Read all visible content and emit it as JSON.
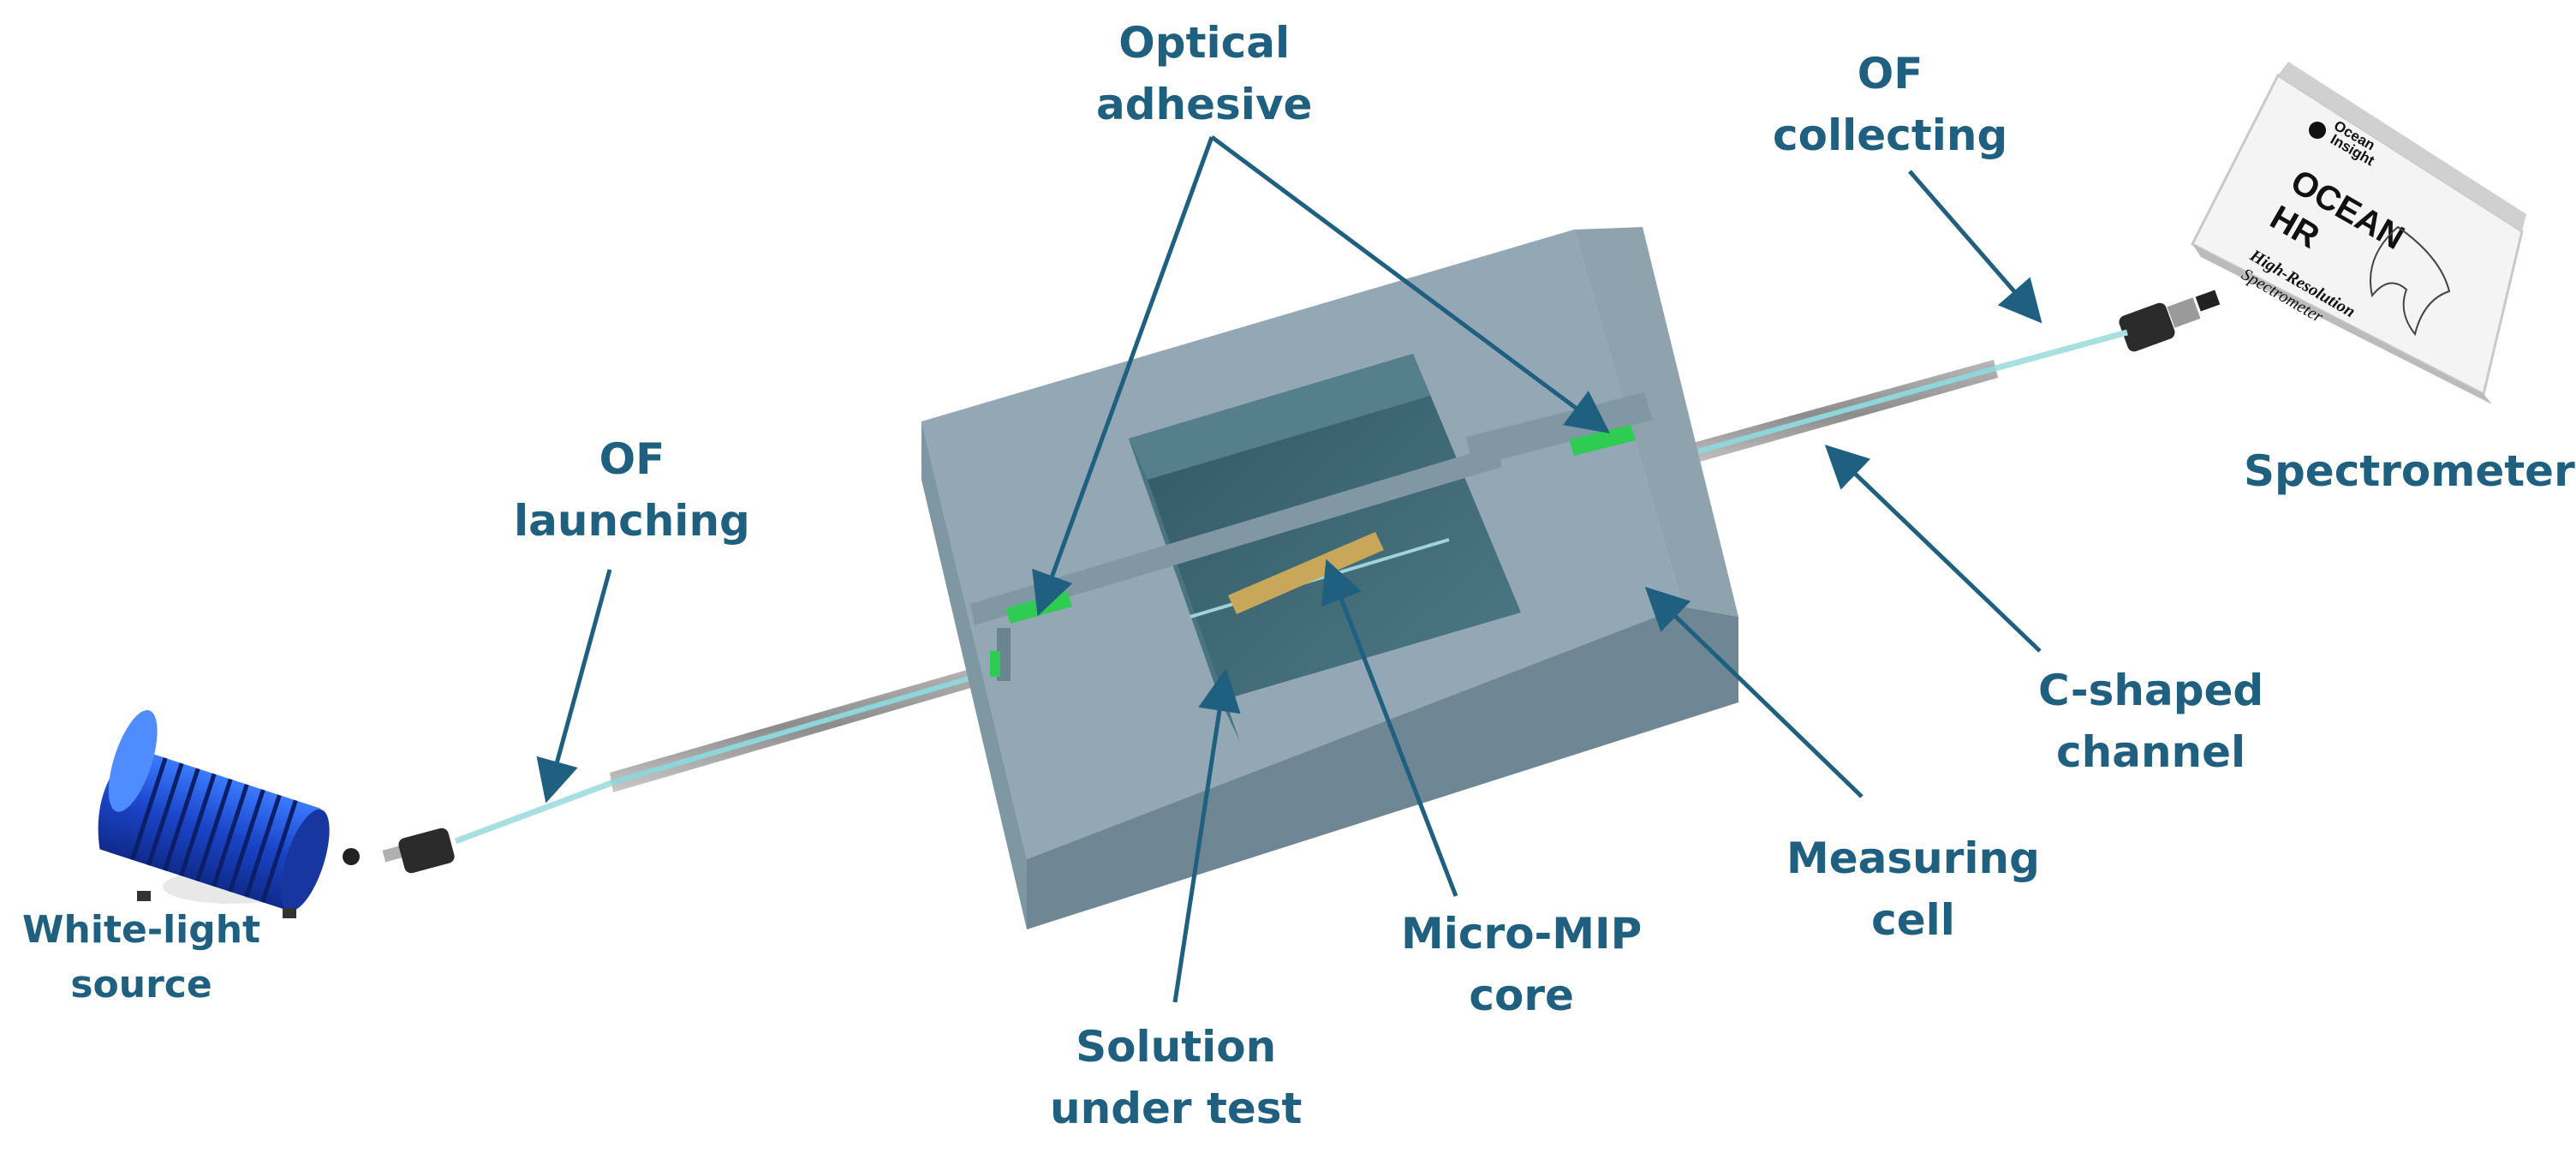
{
  "labels": {
    "optical_adhesive": [
      "Optical",
      "adhesive"
    ],
    "of_collecting": [
      "OF",
      "collecting"
    ],
    "of_launching": [
      "OF",
      "launching"
    ],
    "spectrometer": "Spectrometer",
    "c_shaped_channel": [
      "C-shaped",
      "channel"
    ],
    "white_light_source": [
      "White-light",
      "source"
    ],
    "measuring_cell": [
      "Measuring",
      "cell"
    ],
    "micro_mip_core": [
      "Micro-MIP",
      "core"
    ],
    "solution_under_test": [
      "Solution",
      "under test"
    ]
  },
  "device": {
    "brand_line1": "Ocean",
    "brand_line2": "Insight",
    "model_line1": "OCEAN",
    "model_line2": "HR",
    "subtitle_line1": "High-Resolution",
    "subtitle_line2": "Spectrometer"
  },
  "colors": {
    "label_text": "#1f5f7f",
    "arrow": "#1f5f7f",
    "cell_top": "#93a8b4",
    "cell_front": "#7f96a3",
    "cell_side": "#6d8390",
    "well_water": "#3d6672",
    "adhesive": "#2ecc52",
    "mip_core": "#c8a65a",
    "fiber": "#a8dfe0",
    "channel": "#9a9a9a",
    "light_source": "#1f4fd8"
  }
}
